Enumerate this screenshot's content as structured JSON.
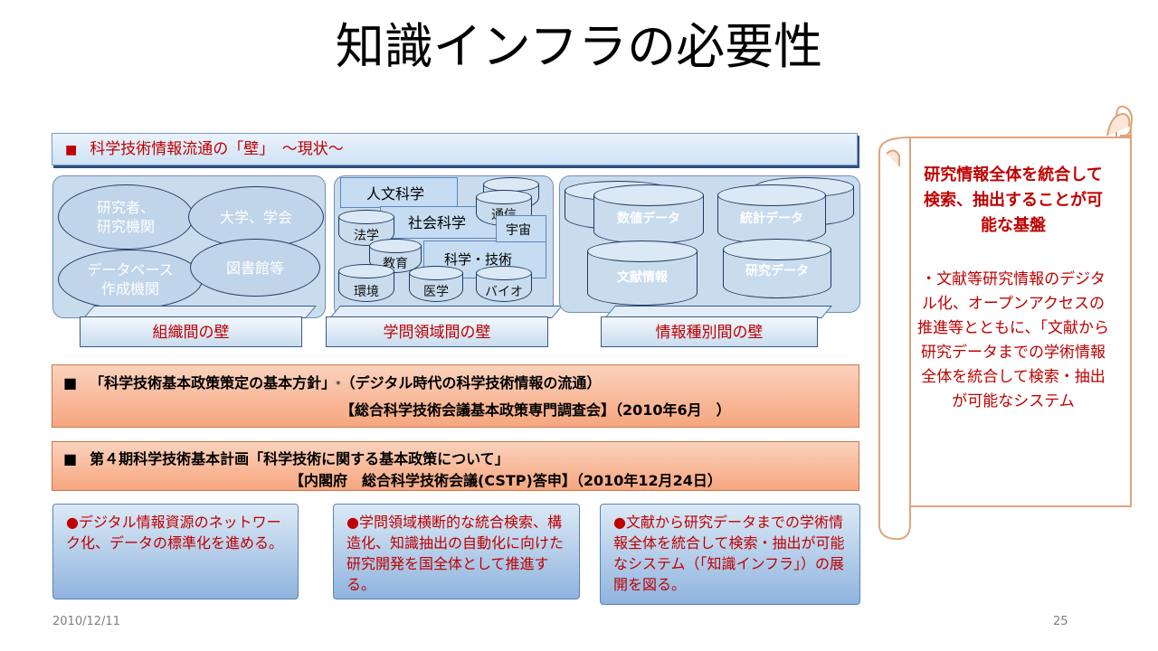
{
  "slide": {
    "title": "知識インフラの必要性",
    "date": "2010/12/11",
    "page_number": "25"
  },
  "banner": {
    "bullet": "■",
    "text": "科学技術情報流通の「壁」　～現状～"
  },
  "clusters": {
    "organizations": {
      "items": [
        "研究者、\n研究機関",
        "大学、学会",
        "データベース\n作成機関",
        "図書館等"
      ],
      "wall_label": "組織間の壁"
    },
    "disciplines": {
      "items": [
        "人文科学",
        "社会科学",
        "法学",
        "教育",
        "科学・技術",
        "環境",
        "医学",
        "バイオ",
        "通信",
        "宇宙"
      ],
      "wall_label": "学問領域間の壁"
    },
    "info_types": {
      "items": [
        "数値データ",
        "統計データ",
        "文献情報",
        "研究データ"
      ],
      "wall_label": "情報種別間の壁"
    }
  },
  "policies": [
    {
      "bullet": "■",
      "line1": "「科学技術基本政策策定の基本方針」",
      "mark": "*",
      "line1b": "（デジタル時代の科学技術情報の流通）",
      "line2": "【総合科学技術会議基本政策専門調査会】（2010年6月　）"
    },
    {
      "bullet": "■",
      "line1": "第４期科学技術基本計画「科学技術に関する基本政策について」",
      "line2": "【内閣府　総合科学技術会議(CSTP)答申】（2010年12月24日）"
    }
  ],
  "actions": [
    "●デジタル情報資源のネットワーク化、データの標準化を進める。",
    "●学問領域横断的な統合検索、構造化、知識抽出の自動化に向けた研究開発を国全体として推進する。",
    "●文献から研究データまでの学術情報全体を統合して検索・抽出が可能なシステム（「知識インフラ」）の展開を図る。"
  ],
  "scroll": {
    "heading": "研究情報全体を統合して検索、抽出することが可能な基盤",
    "body": "・文献等研究情報のデジタル化、オープンアクセスの推進等とともに、「文献から研究データまでの学術情報全体を統合して検索・抽出が可能なシステム"
  },
  "colors": {
    "accent_red": "#c00000",
    "banner_blue": "#cfe2f5",
    "salmon": "#f6a67f",
    "box_blue": "#8fb4de"
  }
}
